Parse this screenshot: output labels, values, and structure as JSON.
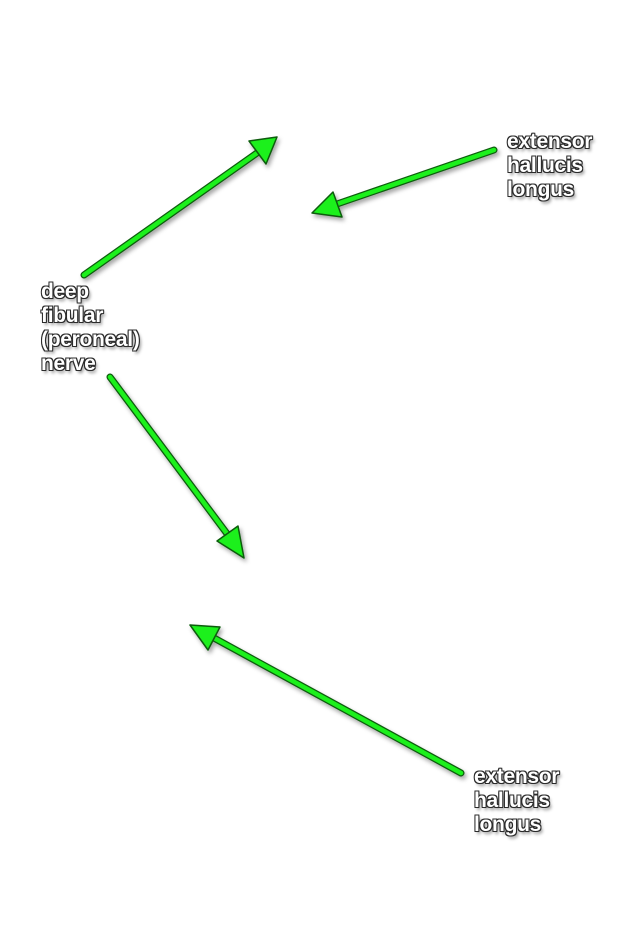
{
  "colors": {
    "background": "#ffffff",
    "arrow": "#1ff01f",
    "arrow_outline": "#0a5c0a",
    "label_text": "#ffffff",
    "label_outline": "#2b2b2b"
  },
  "labels": {
    "top_right": {
      "lines": [
        "extensor",
        "hallucis",
        "longus"
      ]
    },
    "left": {
      "lines": [
        "deep",
        "fibular",
        "(peroneal)",
        "nerve"
      ]
    },
    "bottom_right": {
      "lines": [
        "extensor",
        "hallucis",
        "longus"
      ]
    }
  },
  "arrows": [
    {
      "name": "arrow-nerve-up",
      "from": "deep fibular (peroneal) nerve",
      "direction": "up-right"
    },
    {
      "name": "arrow-ehl-top",
      "from": "extensor hallucis longus",
      "direction": "down-left"
    },
    {
      "name": "arrow-nerve-down",
      "from": "deep fibular (peroneal) nerve",
      "direction": "down-right"
    },
    {
      "name": "arrow-ehl-bottom",
      "from": "extensor hallucis longus",
      "direction": "up-left"
    }
  ]
}
